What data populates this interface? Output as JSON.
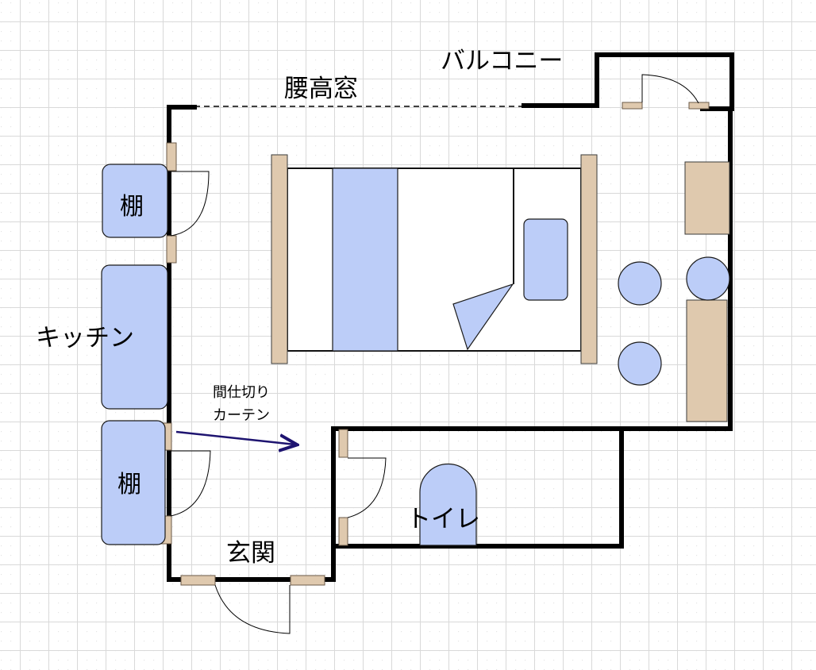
{
  "labels": {
    "window": "腰高窓",
    "balcony": "バルコニー",
    "shelf_top": "棚",
    "kitchen": "キッチン",
    "shelf_bottom": "棚",
    "curtain_line1": "間仕切り",
    "curtain_line2": "カーテン",
    "entrance": "玄関",
    "toilet": "トイレ"
  },
  "colors": {
    "wall": "#000000",
    "furniture_blue": "#bccdf8",
    "wood_beige": "#dfc9ae",
    "arrow": "#1e1470",
    "grid": "#d9d9d9"
  }
}
